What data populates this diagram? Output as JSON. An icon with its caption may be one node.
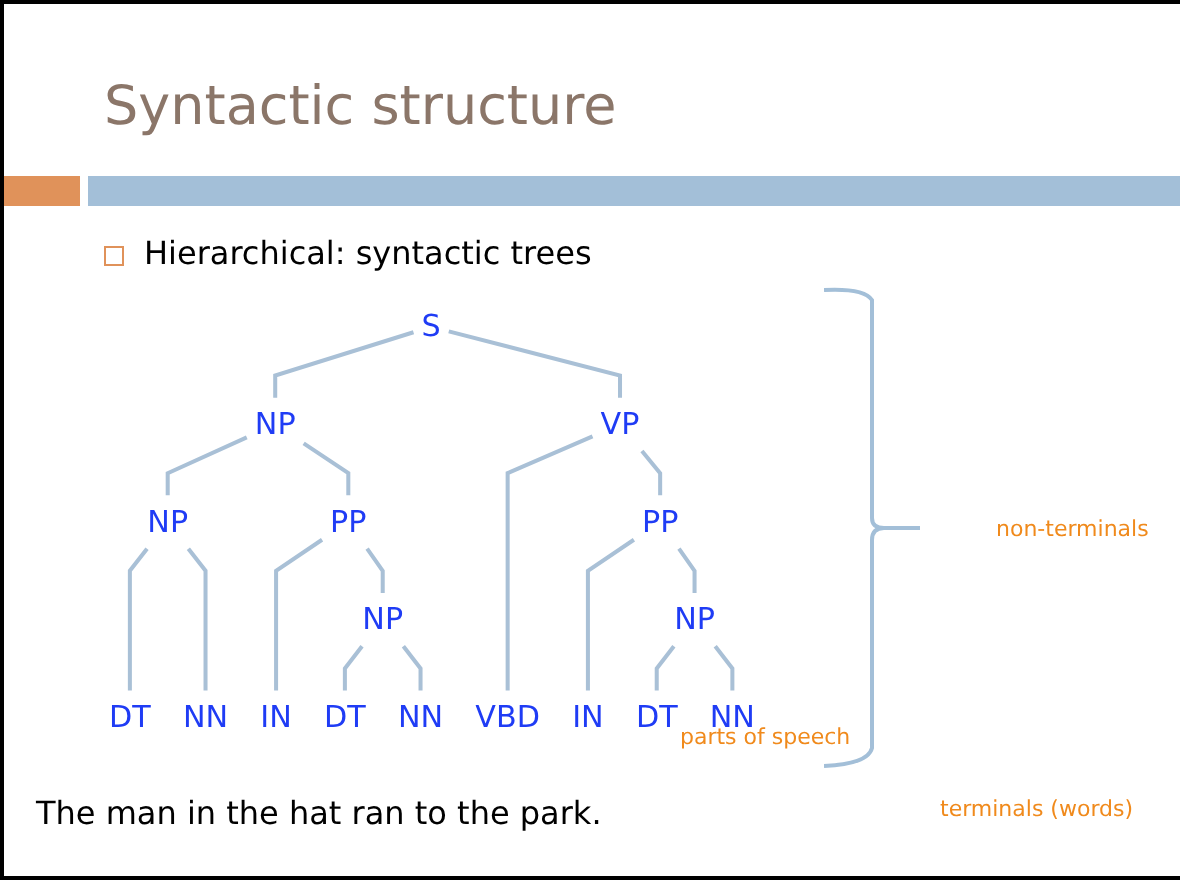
{
  "diagram": {
    "title": "Syntactic structure",
    "nodes": [
      {
        "text": [
          "S"
        ]
      },
      {
        "text": [
          "NP"
        ]
      },
      {
        "text": [
          "VP"
        ]
      },
      {
        "text": [
          "PP"
        ]
      },
      {
        "text": [
          "PP"
        ]
      },
      {
        "text": [
          "NP"
        ]
      },
      {
        "text": [
          "NP"
        ]
      },
      {
        "text": [
          "NP"
        ]
      },
      {
        "text": [
          "DT"
        ]
      },
      {
        "text": [
          "NN"
        ]
      },
      {
        "text": [
          "IN"
        ]
      },
      {
        "text": [
          "DT"
        ]
      },
      {
        "text": [
          "NN"
        ]
      },
      {
        "text": [
          "VBD"
        ]
      },
      {
        "text": [
          "IN"
        ]
      },
      {
        "text": [
          "DT"
        ]
      },
      {
        "text": [
          "NN"
        ]
      }
    ],
    "edges": [
      {
        "from": 0,
        "to": 1,
        "arrow": "none"
      },
      {
        "from": 0,
        "to": 2,
        "arrow": "none"
      },
      {
        "from": 1,
        "to": 5,
        "arrow": "none"
      },
      {
        "from": 1,
        "to": 3,
        "arrow": "none"
      },
      {
        "from": 5,
        "to": 8,
        "arrow": "none"
      },
      {
        "from": 5,
        "to": 9,
        "arrow": "none"
      },
      {
        "from": 3,
        "to": 10,
        "arrow": "none"
      },
      {
        "from": 3,
        "to": 6,
        "arrow": "none"
      },
      {
        "from": 6,
        "to": 11,
        "arrow": "none"
      },
      {
        "from": 6,
        "to": 12,
        "arrow": "none"
      },
      {
        "from": 2,
        "to": 13,
        "arrow": "none"
      },
      {
        "from": 2,
        "to": 4,
        "arrow": "none"
      },
      {
        "from": 4,
        "to": 14,
        "arrow": "none"
      },
      {
        "from": 4,
        "to": 7,
        "arrow": "none"
      },
      {
        "from": 7,
        "to": 15,
        "arrow": "none"
      },
      {
        "from": 7,
        "to": 16,
        "arrow": "none"
      }
    ],
    "labels": [
      "Hierarchical: syntactic trees",
      "non-terminals",
      "parts of speech",
      "The man in the hat ran to the park.",
      "terminals (words)"
    ]
  }
}
